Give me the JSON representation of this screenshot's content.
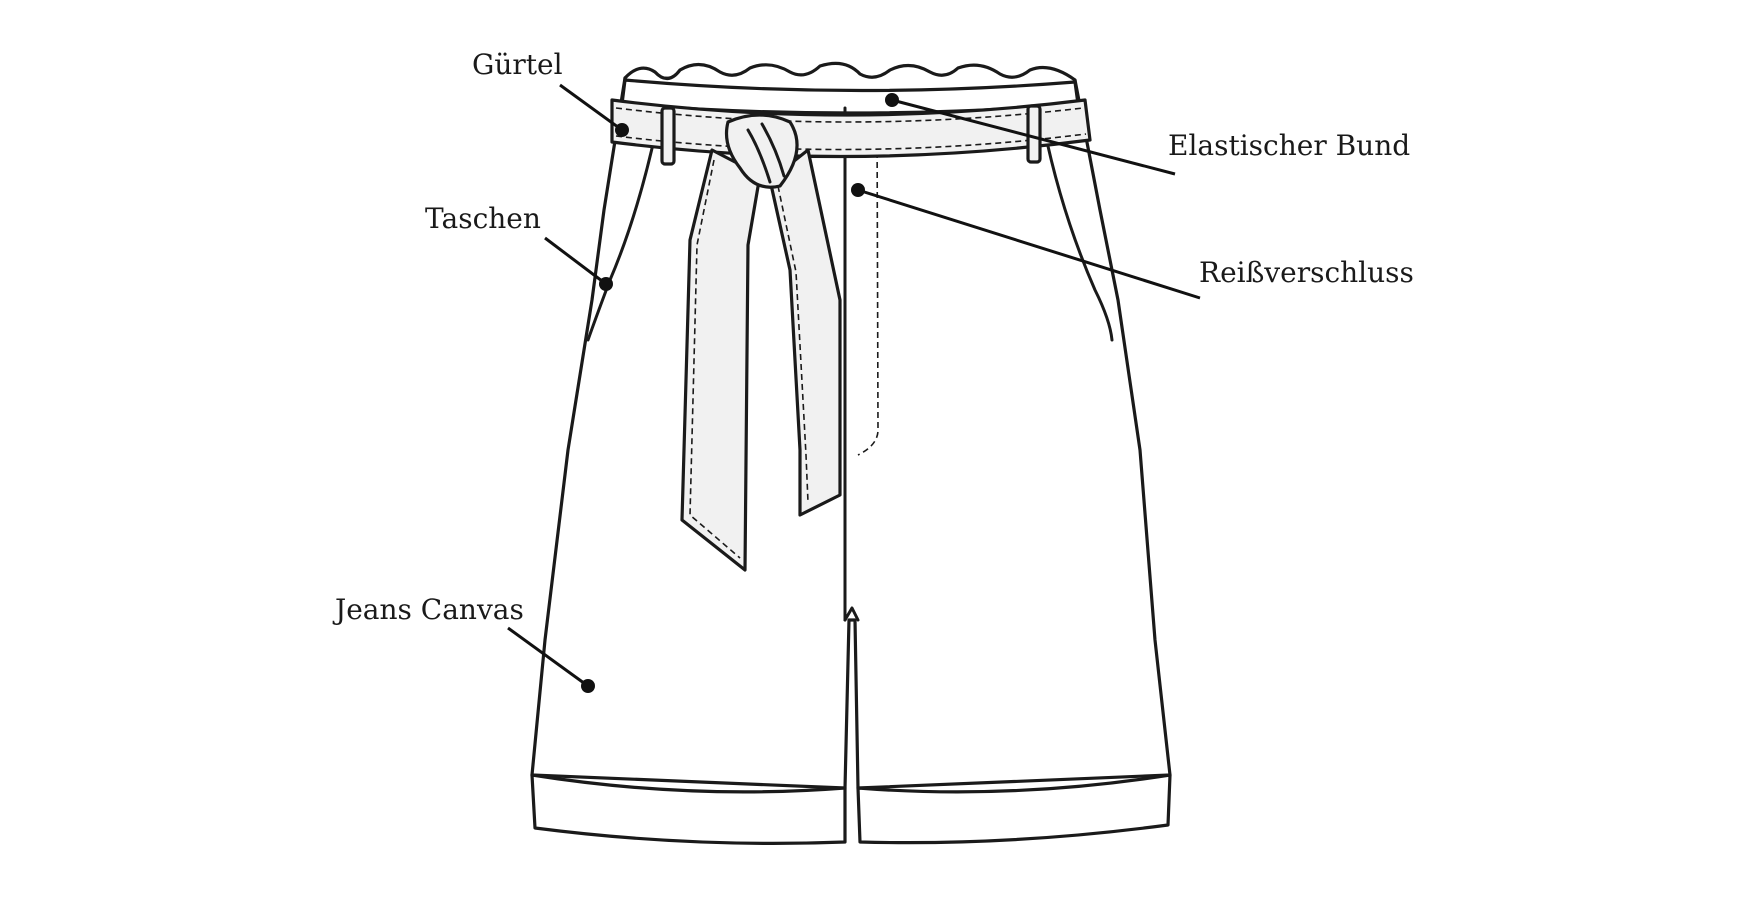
{
  "labels": {
    "belt": "Gürtel",
    "pockets": "Taschen",
    "fabric": "Jeans Canvas",
    "waistband": "Elastischer Bund",
    "zipper": "Reißverschluss"
  },
  "colors": {
    "ink": "#1a1a1a",
    "fill": "#ffffff",
    "tie_fill": "#f1f1f1"
  }
}
